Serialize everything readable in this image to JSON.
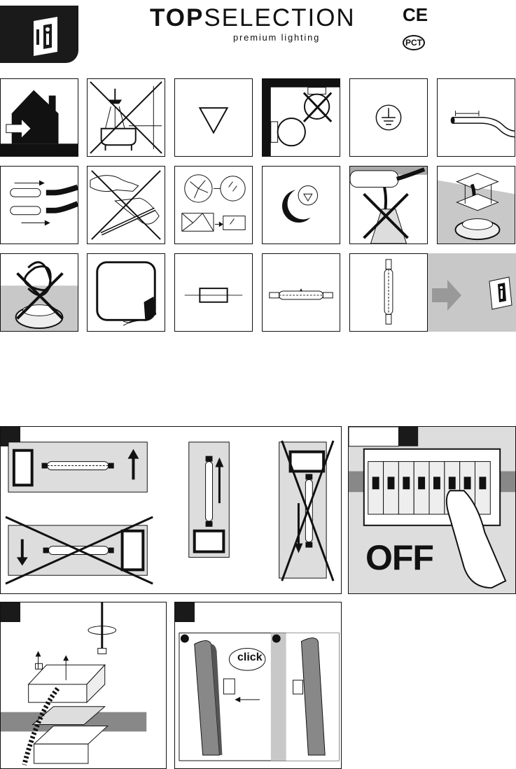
{
  "header": {
    "brand_bold": "TOP",
    "brand_light": "SELECTION",
    "tagline": "premium lighting",
    "ce_mark": "CE",
    "pct_mark": "PCT"
  },
  "icons": [
    "indoor-use-icon",
    "no-bathroom-icon",
    "triangle-symbol-icon",
    "no-direct-lamp-contact-icon",
    "earth-ground-icon",
    "strip-wire-length-icon",
    "wire-connection-icon",
    "no-bare-hand-bulb-icon",
    "replace-cracked-glass-icon",
    "distance-from-surface-icon",
    "no-cable-crush-icon",
    "ceiling-mount-icon",
    "no-tangled-wires-icon",
    "class-ii-plug-icon",
    "fuse-icon",
    "linear-halogen-lamp-icon",
    "vertical-lamp-icon",
    "see-manual-icon"
  ],
  "steps": {
    "off_label": "OFF",
    "click_label": "click"
  },
  "colors": {
    "ink": "#111111",
    "gray": "#c8c8c8",
    "panel_gray": "#dddddd"
  }
}
